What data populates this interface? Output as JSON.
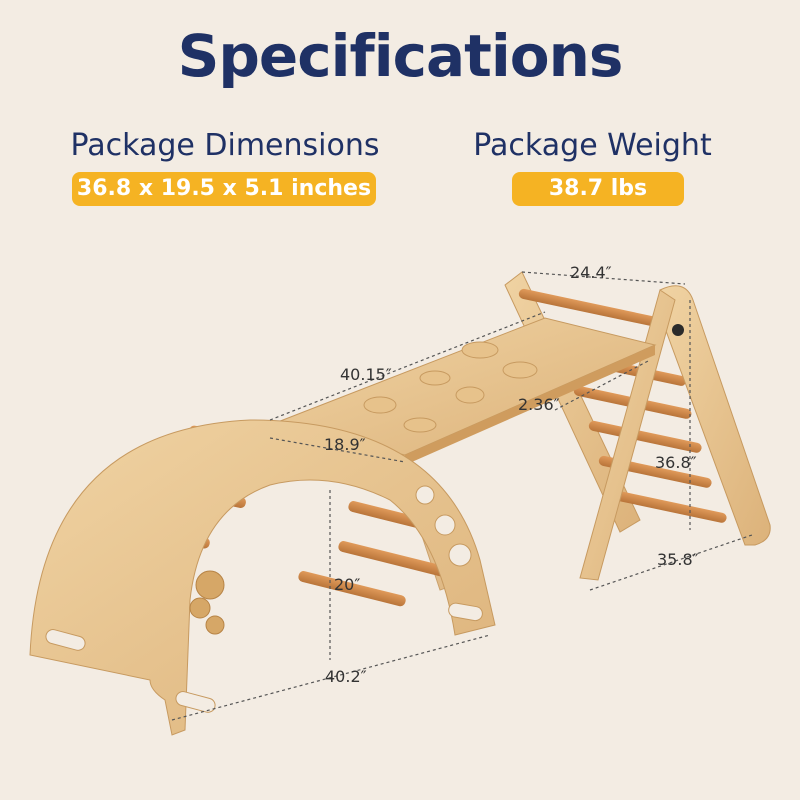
{
  "title": "Specifications",
  "package_dimensions": {
    "label": "Package Dimensions",
    "value": "36.8 x 19.5 x 5.1 inches"
  },
  "package_weight": {
    "label": "Package Weight",
    "value": "38.7 lbs"
  },
  "dimensions": {
    "ramp_length": "40.15″",
    "ramp_width": "18.9″",
    "ramp_thickness": "2.36″",
    "triangle_width": "24.4″",
    "triangle_height": "36.8″",
    "triangle_depth": "35.8″",
    "arch_height": "20″",
    "arch_length": "40.2″"
  },
  "colors": {
    "title": "#1f3165",
    "badge": "#f5b323",
    "background": "#f3ece3",
    "wood": "#e8c690",
    "rung": "#d08a4a"
  }
}
